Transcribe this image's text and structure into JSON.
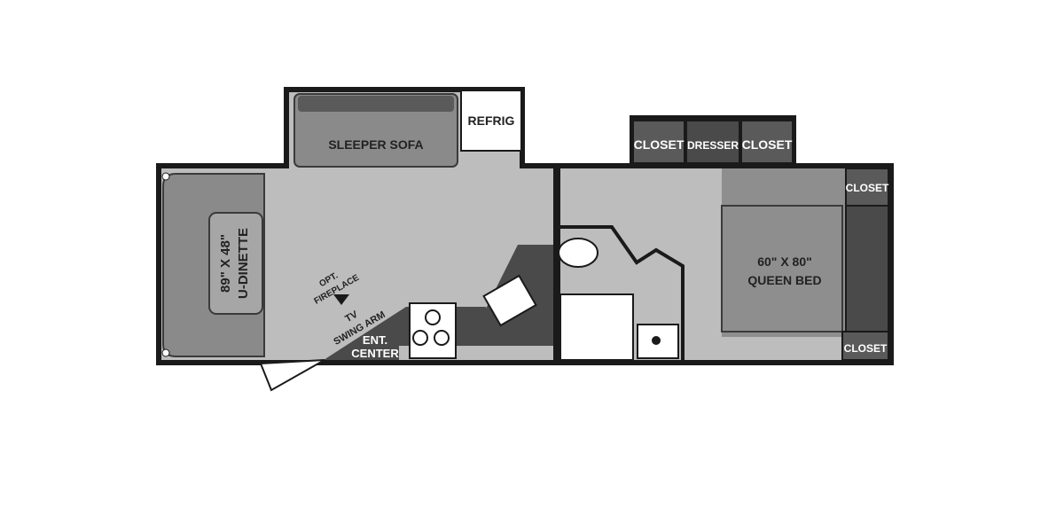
{
  "labels": {
    "sleeper_sofa": "SLEEPER SOFA",
    "refrig": "REFRIG",
    "closet": "CLOSET",
    "dresser": "DRESSER",
    "dinette_1": "89\" X 48\"",
    "dinette_2": "U-DINETTE",
    "fireplace_1": "OPT.",
    "fireplace_2": "FIREPLACE",
    "tv_1": "TV",
    "tv_2": "SWING ARM",
    "ent_1": "ENT.",
    "ent_2": "CENTER",
    "bed_1": "60\" X 80\"",
    "bed_2": "QUEEN BED"
  },
  "colors": {
    "wall": "#1a1a1a",
    "floor": "#bdbdbd",
    "furniture": "#8a8a8a",
    "dark_furniture": "#4a4a4a",
    "white": "#ffffff"
  }
}
